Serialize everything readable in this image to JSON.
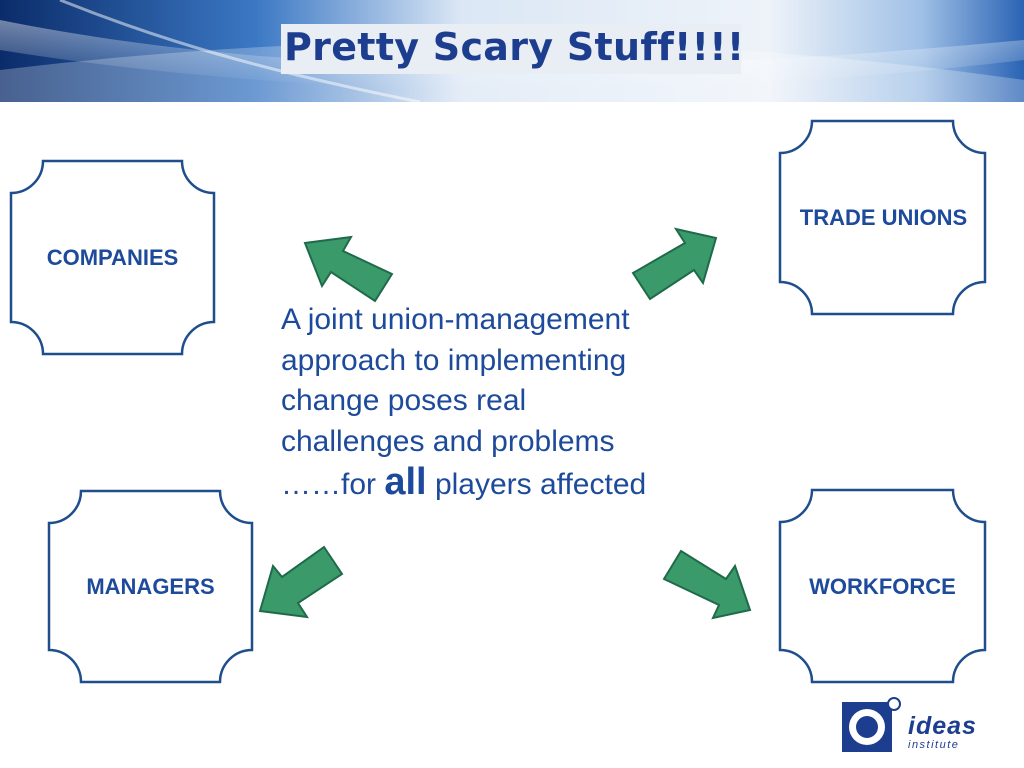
{
  "slide": {
    "title": "Pretty Scary Stuff!!!!",
    "body_lines": [
      "A joint union-management",
      "approach to implementing",
      "change poses real",
      "challenges and problems"
    ],
    "last_line_prefix": "……for ",
    "last_line_emphasis": "all",
    "last_line_suffix": " players affected"
  },
  "boxes": {
    "companies": "COMPANIES",
    "trade_unions": "TRADE UNIONS",
    "managers": "MANAGERS",
    "workforce": "WORKFORCE"
  },
  "logo": {
    "word": "ideas",
    "sub": "institute"
  },
  "colors": {
    "title": "#1d3d8f",
    "label": "#1d4a9a",
    "box_border": "#1f4e8c",
    "arrow_fill": "#3a9a6a",
    "arrow_stroke": "#1f6a4a"
  }
}
